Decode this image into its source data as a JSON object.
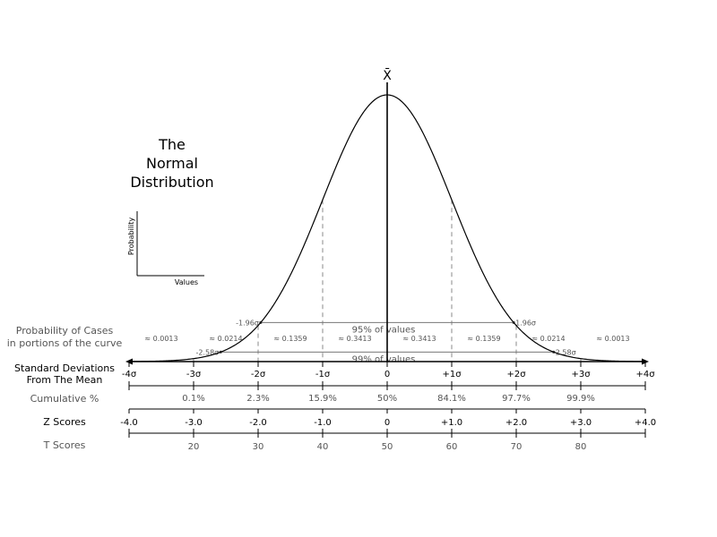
{
  "title_lines": [
    "The",
    "Normal",
    "Distribution"
  ],
  "mean_symbol": "X̄",
  "inset": {
    "y_label": "Probability",
    "x_label": "Values"
  },
  "ranges": [
    {
      "label": "95% of values",
      "left": "-1.96σ",
      "right": "1.96σ",
      "z": 1.96
    },
    {
      "label": "99% of values",
      "left": "-2.58σ",
      "right": "2.58σ",
      "z": 2.58
    }
  ],
  "probability_row": {
    "label_lines": [
      "Probability of Cases",
      "in portions of the curve"
    ],
    "values": [
      "≈ 0.0013",
      "≈ 0.0214",
      "≈ 0.1359",
      "≈ 0.3413",
      "≈ 0.3413",
      "≈ 0.1359",
      "≈ 0.0214",
      "≈ 0.0013"
    ]
  },
  "std_dev_row": {
    "label_lines": [
      "Standard Deviations",
      "From The Mean"
    ],
    "ticks": [
      "-4σ",
      "-3σ",
      "-2σ",
      "-1σ",
      "0",
      "+1σ",
      "+2σ",
      "+3σ",
      "+4σ"
    ]
  },
  "cumulative_row": {
    "label": "Cumulative %",
    "values": [
      "0.1%",
      "2.3%",
      "15.9%",
      "50%",
      "84.1%",
      "97.7%",
      "99.9%"
    ]
  },
  "z_row": {
    "label": "Z Scores",
    "values": [
      "-4.0",
      "-3.0",
      "-2.0",
      "-1.0",
      "0",
      "+1.0",
      "+2.0",
      "+3.0",
      "+4.0"
    ]
  },
  "t_row": {
    "label": "T Scores",
    "values": [
      "20",
      "30",
      "40",
      "50",
      "60",
      "70",
      "80"
    ]
  },
  "chart_data": {
    "type": "line",
    "distribution": "normal",
    "mean": 0,
    "sd": 1,
    "xlim": [
      -4,
      4
    ],
    "x_ticks": [
      -4,
      -3,
      -2,
      -1,
      0,
      1,
      2,
      3,
      4
    ]
  }
}
